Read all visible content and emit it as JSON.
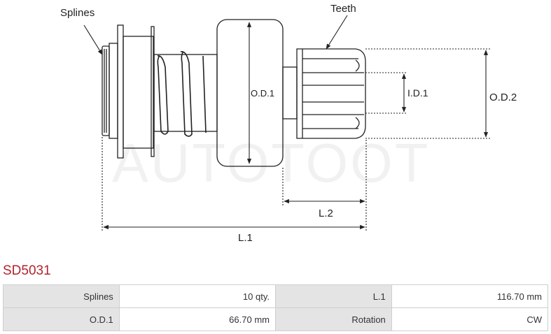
{
  "diagram": {
    "label_splines": "Splines",
    "label_teeth": "Teeth",
    "label_od1": "O.D.1",
    "label_id1": "I.D.1",
    "label_od2": "O.D.2",
    "label_l1": "L.1",
    "label_l2": "L.2",
    "watermark": "AUTOTOOT"
  },
  "part_code": "SD5031",
  "specs": [
    [
      {
        "label": "Splines",
        "value": "10 qty."
      },
      {
        "label": "L.1",
        "value": "116.70 mm"
      }
    ],
    [
      {
        "label": "O.D.1",
        "value": "66.70 mm"
      },
      {
        "label": "Rotation",
        "value": "CW"
      }
    ]
  ],
  "colors": {
    "part_code": "#b3232f",
    "label_cell": "#e4e4e4",
    "line": "#222222"
  }
}
